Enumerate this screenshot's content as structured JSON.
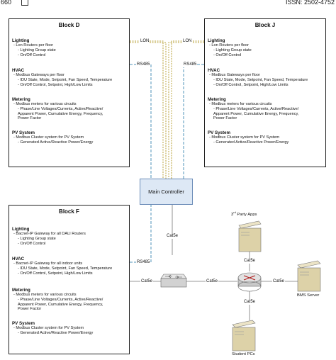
{
  "header": {
    "page_number": "660",
    "issn": "ISSN: 2502-4752"
  },
  "block_d": {
    "title": "Block D",
    "lighting": {
      "title": "Lighting",
      "lines": [
        "- Lon Routers per floor",
        "- Lighting Group state",
        "- On/Off Control"
      ]
    },
    "hvac": {
      "title": "HVAC",
      "lines": [
        "- Modbus Gateways per floor",
        "- IDU State, Mode, Setpoint, Fan Speed, Temperature",
        "- On/Off Control, Setpoint, High/Low Limits"
      ]
    },
    "metering": {
      "title": "Metering",
      "lines": [
        "- Modbus meters for various circuits",
        "- Phase/Line Voltages/Currents, Active/Reactive/",
        "Apparent Power, Cumulative Energy, Frequency,",
        "Power Factor"
      ]
    },
    "pv": {
      "title": "PV System",
      "lines": [
        "- Modbus Cluster system for PV System",
        "- Generated Active/Reactive Power/Energy"
      ]
    }
  },
  "block_j": {
    "title": "Block J",
    "lighting": {
      "title": "Lighting",
      "lines": [
        "- Lon Routers per floor",
        "- Lighting Group state",
        "- On/Off Control"
      ]
    },
    "hvac": {
      "title": "HVAC",
      "lines": [
        "- Modbus Gateways per floor",
        "- IDU State, Mode, Setpoint, Fan Speed, Temperature",
        "- On/Off Control, Setpoint, High/Low Limits"
      ]
    },
    "metering": {
      "title": "Metering",
      "lines": [
        "- Modbus meters for various circuits",
        "- Phase/Line Voltages/Currents, Active/Reactive/",
        "Apparent Power, Cumulative Energy, Frequency,",
        "Power Factor"
      ]
    },
    "pv": {
      "title": "PV System",
      "lines": [
        "- Modbus Cluster system for PV System",
        "- Generated Active/Reactive Power/Energy"
      ]
    }
  },
  "block_f": {
    "title": "Block F",
    "lighting": {
      "title": "Lighting",
      "lines": [
        "- Bacnet-IP Gateway for all DALI Routers",
        "- Lighting Group state",
        "- On/Off Control"
      ]
    },
    "hvac": {
      "title": "HVAC",
      "lines": [
        "- Bacnet-IP Gateway for all indoor units",
        "- IDU State, Mode, Setpoint, Fan Speed, Temperature",
        "- On/Off Control, Setpoint, High/Low Limits"
      ]
    },
    "metering": {
      "title": "Metering",
      "lines": [
        "- Modbus meters for various circuits",
        "- Phase/Line Voltages/Currents, Active/Reactive/",
        "Apparent Power, Cumulative Energy, Frequency,",
        "Power Factor"
      ]
    },
    "pv": {
      "title": "PV System",
      "lines": [
        "- Modbus Cluster system for PV System",
        "- Generated Active/Reactive Power/Energy"
      ]
    }
  },
  "main_controller": "Main Controller",
  "links": {
    "lon_left": "LON",
    "lon_right": "LON",
    "rs485_left": "RS485",
    "rs485_right": "RS485",
    "rs485_f": "RS485",
    "cat5e_mc": "Cat5e",
    "cat5e_f": "Cat5e",
    "cat5e_switch_router": "Cat5e",
    "cat5e_apps": "Cat5e",
    "cat5e_bms": "Cat5e",
    "cat5e_students": "Cat5e"
  },
  "devices": {
    "apps_prefix": "3",
    "apps_sup": "rd",
    "apps_suffix": " Party Apps",
    "bms": "BMS Server",
    "students": "Student PCs"
  },
  "colors": {
    "lon": "#b8a23a",
    "rs485": "#4f93b8",
    "controller_fill": "#dde8f5",
    "controller_border": "#6b8cb8"
  }
}
